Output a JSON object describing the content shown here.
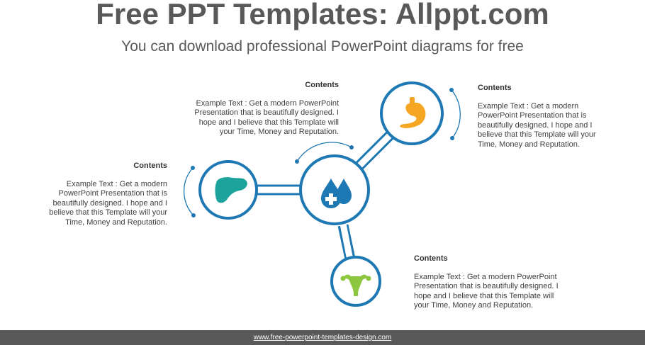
{
  "header": {
    "title": "Free PPT Templates: Allppt.com",
    "subtitle": "You can download professional PowerPoint diagrams for free"
  },
  "colors": {
    "ring": "#1e78b4",
    "stomach": "#f5a623",
    "liver": "#1ba39c",
    "uterus": "#8dc63f",
    "drops": "#1e78b4",
    "footer": "#595959"
  },
  "nodes": [
    {
      "id": "center",
      "icon": "blood-drops-icon"
    },
    {
      "id": "top-right",
      "icon": "stomach-icon"
    },
    {
      "id": "left",
      "icon": "liver-icon"
    },
    {
      "id": "bottom",
      "icon": "uterus-icon"
    }
  ],
  "blocks": {
    "top": {
      "heading": "Contents",
      "text": "Example Text : Get a modern PowerPoint Presentation that is beautifully designed. I hope and I believe that this Template will your Time, Money and Reputation."
    },
    "right": {
      "heading": "Contents",
      "text": "Example Text : Get a modern PowerPoint Presentation that is beautifully designed. I hope and I believe that this Template will your Time, Money and Reputation."
    },
    "left": {
      "heading": "Contents",
      "text": "Example Text : Get a modern PowerPoint Presentation that is beautifully designed. I hope and I believe that this Template will your Time, Money and Reputation."
    },
    "bottom": {
      "heading": "Contents",
      "text": "Example Text : Get a modern PowerPoint Presentation that is beautifully designed. I hope and I believe that this Template will your Time, Money and Reputation."
    }
  },
  "footer": {
    "link": "www.free-powerpoint-templates-design.com"
  }
}
